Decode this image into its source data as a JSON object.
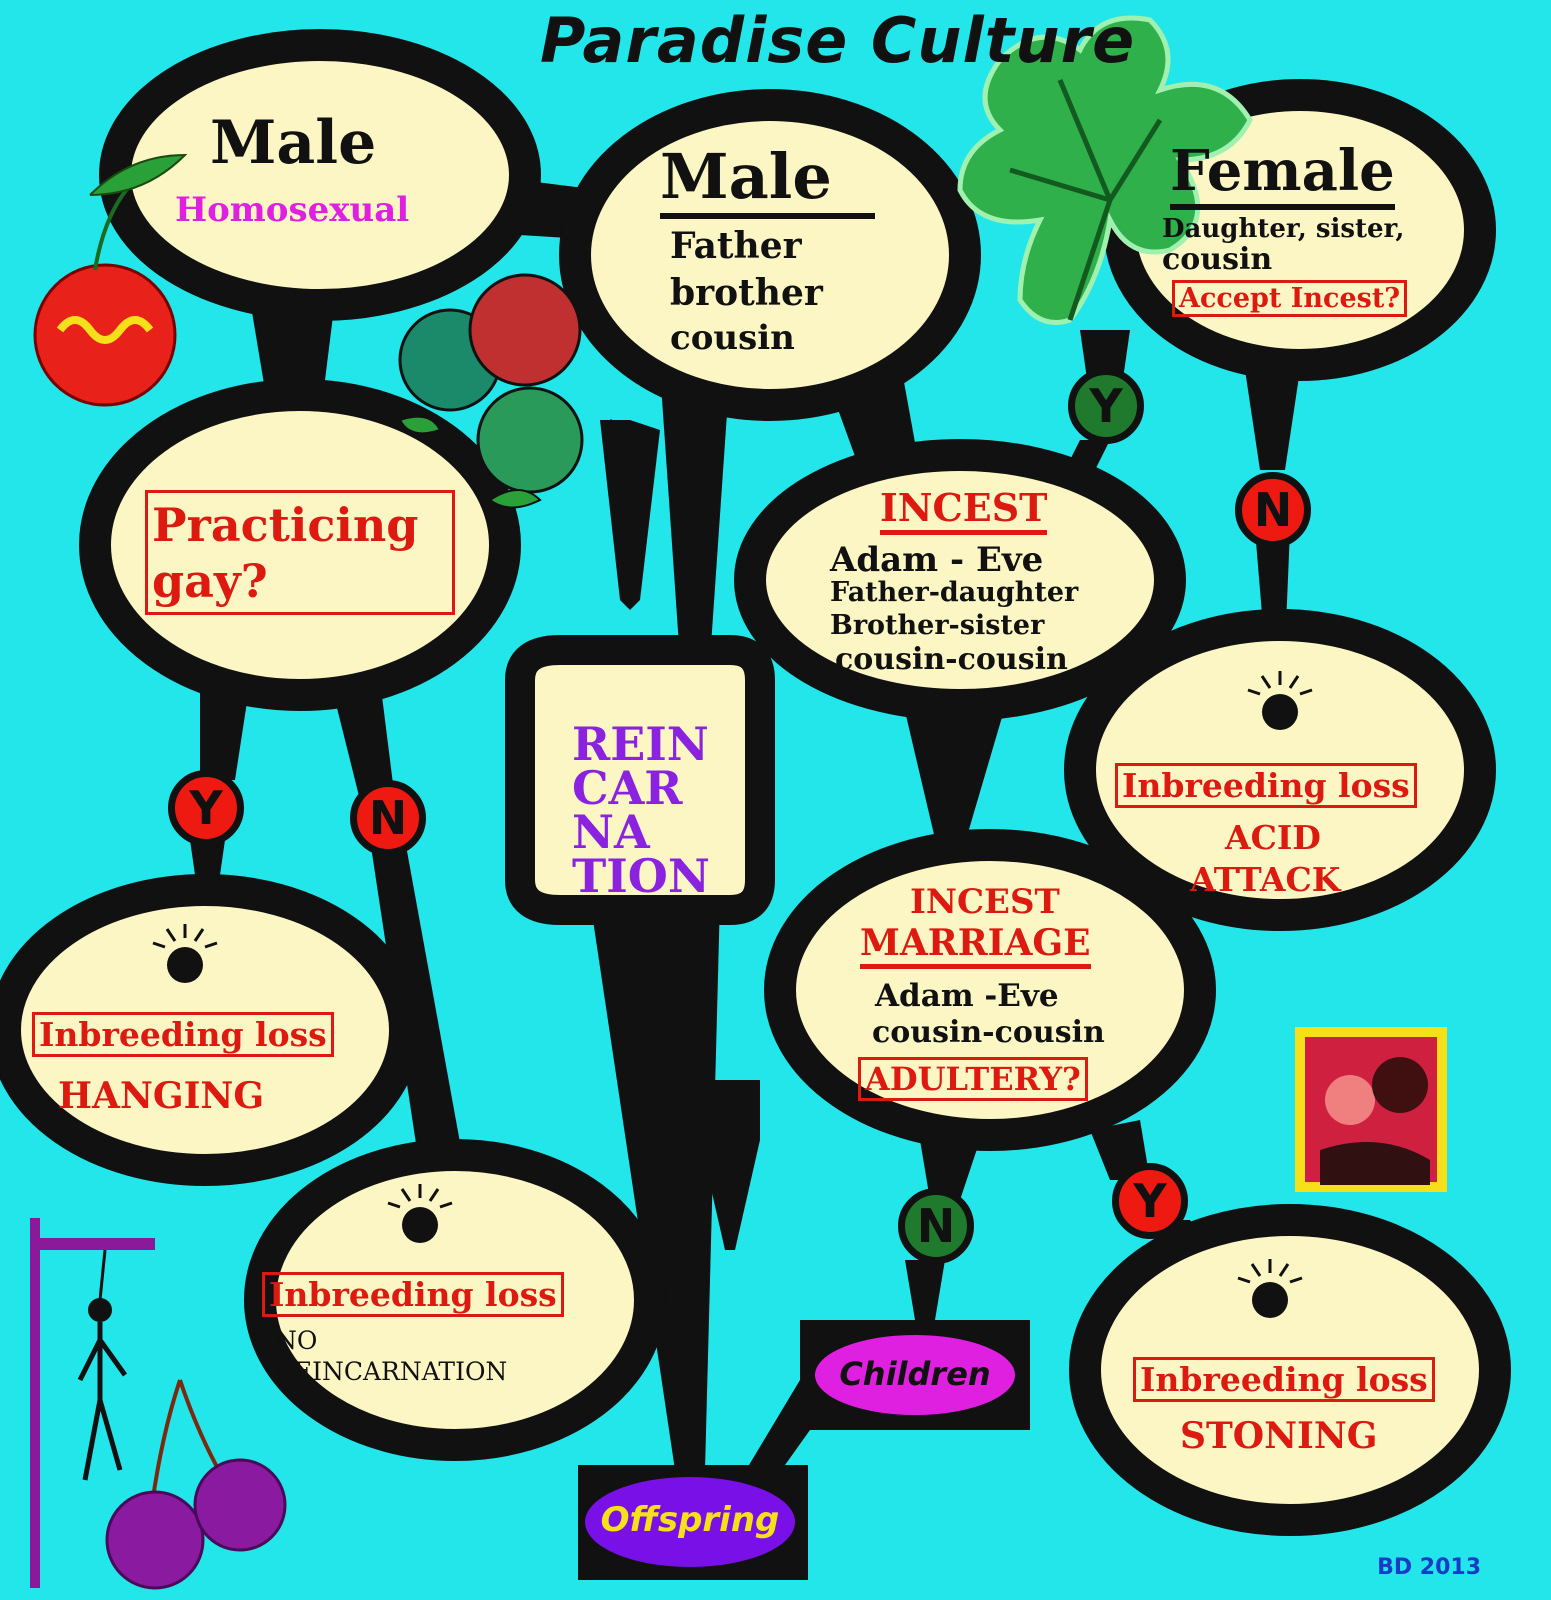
{
  "title": "Paradise Culture",
  "nodes": {
    "male_homosexual": {
      "heading": "Male",
      "sub": "Homosexual"
    },
    "male_family": {
      "heading": "Male",
      "lines": [
        "Father",
        "brother",
        "cousin"
      ]
    },
    "female_family": {
      "heading": "Female",
      "lines": [
        "Daughter, sister,",
        "cousin"
      ],
      "question": "Accept Incest?"
    },
    "practicing_gay": {
      "question_line1": "Practicing",
      "question_line2": "gay?"
    },
    "incest": {
      "heading": "INCEST",
      "lines": [
        "Adam - Eve",
        "Father-daughter",
        "Brother-sister",
        "cousin-cousin"
      ]
    },
    "reincarnation": {
      "lines": [
        "REIN",
        "CAR",
        "NA",
        "TION"
      ]
    },
    "acid_attack": {
      "label": "Inbreeding loss",
      "outcome_line1": "ACID",
      "outcome_line2": "ATTACK"
    },
    "hanging": {
      "label": "Inbreeding loss",
      "outcome": "HANGING"
    },
    "incest_marriage": {
      "heading_line1": "INCEST",
      "heading_line2": "MARRIAGE",
      "lines": [
        "Adam -Eve",
        "cousin-cousin"
      ],
      "question": "ADULTERY?"
    },
    "no_reincarnation": {
      "label": "Inbreeding loss",
      "outcome_line1": "NO",
      "outcome_line2": "REINCARNATION"
    },
    "stoning": {
      "label": "Inbreeding loss",
      "outcome": "STONING"
    },
    "children": {
      "label": "Children"
    },
    "offspring": {
      "label": "Offspring"
    }
  },
  "decisions": {
    "female_yes": "Y",
    "female_no": "N",
    "gay_yes": "Y",
    "gay_no": "N",
    "adultery_no": "N",
    "adultery_yes": "Y"
  },
  "credit": "BD 2013",
  "colors": {
    "background": "#22e6ea",
    "bubble_fill": "#fbf6c4",
    "outline": "#111111",
    "accent_red": "#dd1a10",
    "accent_purple": "#8a22e0",
    "homosexual_magenta": "#e020e0",
    "yes_red": "#ee1a12",
    "no_green": "#1f7a2e",
    "children_fill": "#e020e0",
    "offspring_fill": "#7a10e8",
    "offspring_text": "#f5e01a"
  }
}
